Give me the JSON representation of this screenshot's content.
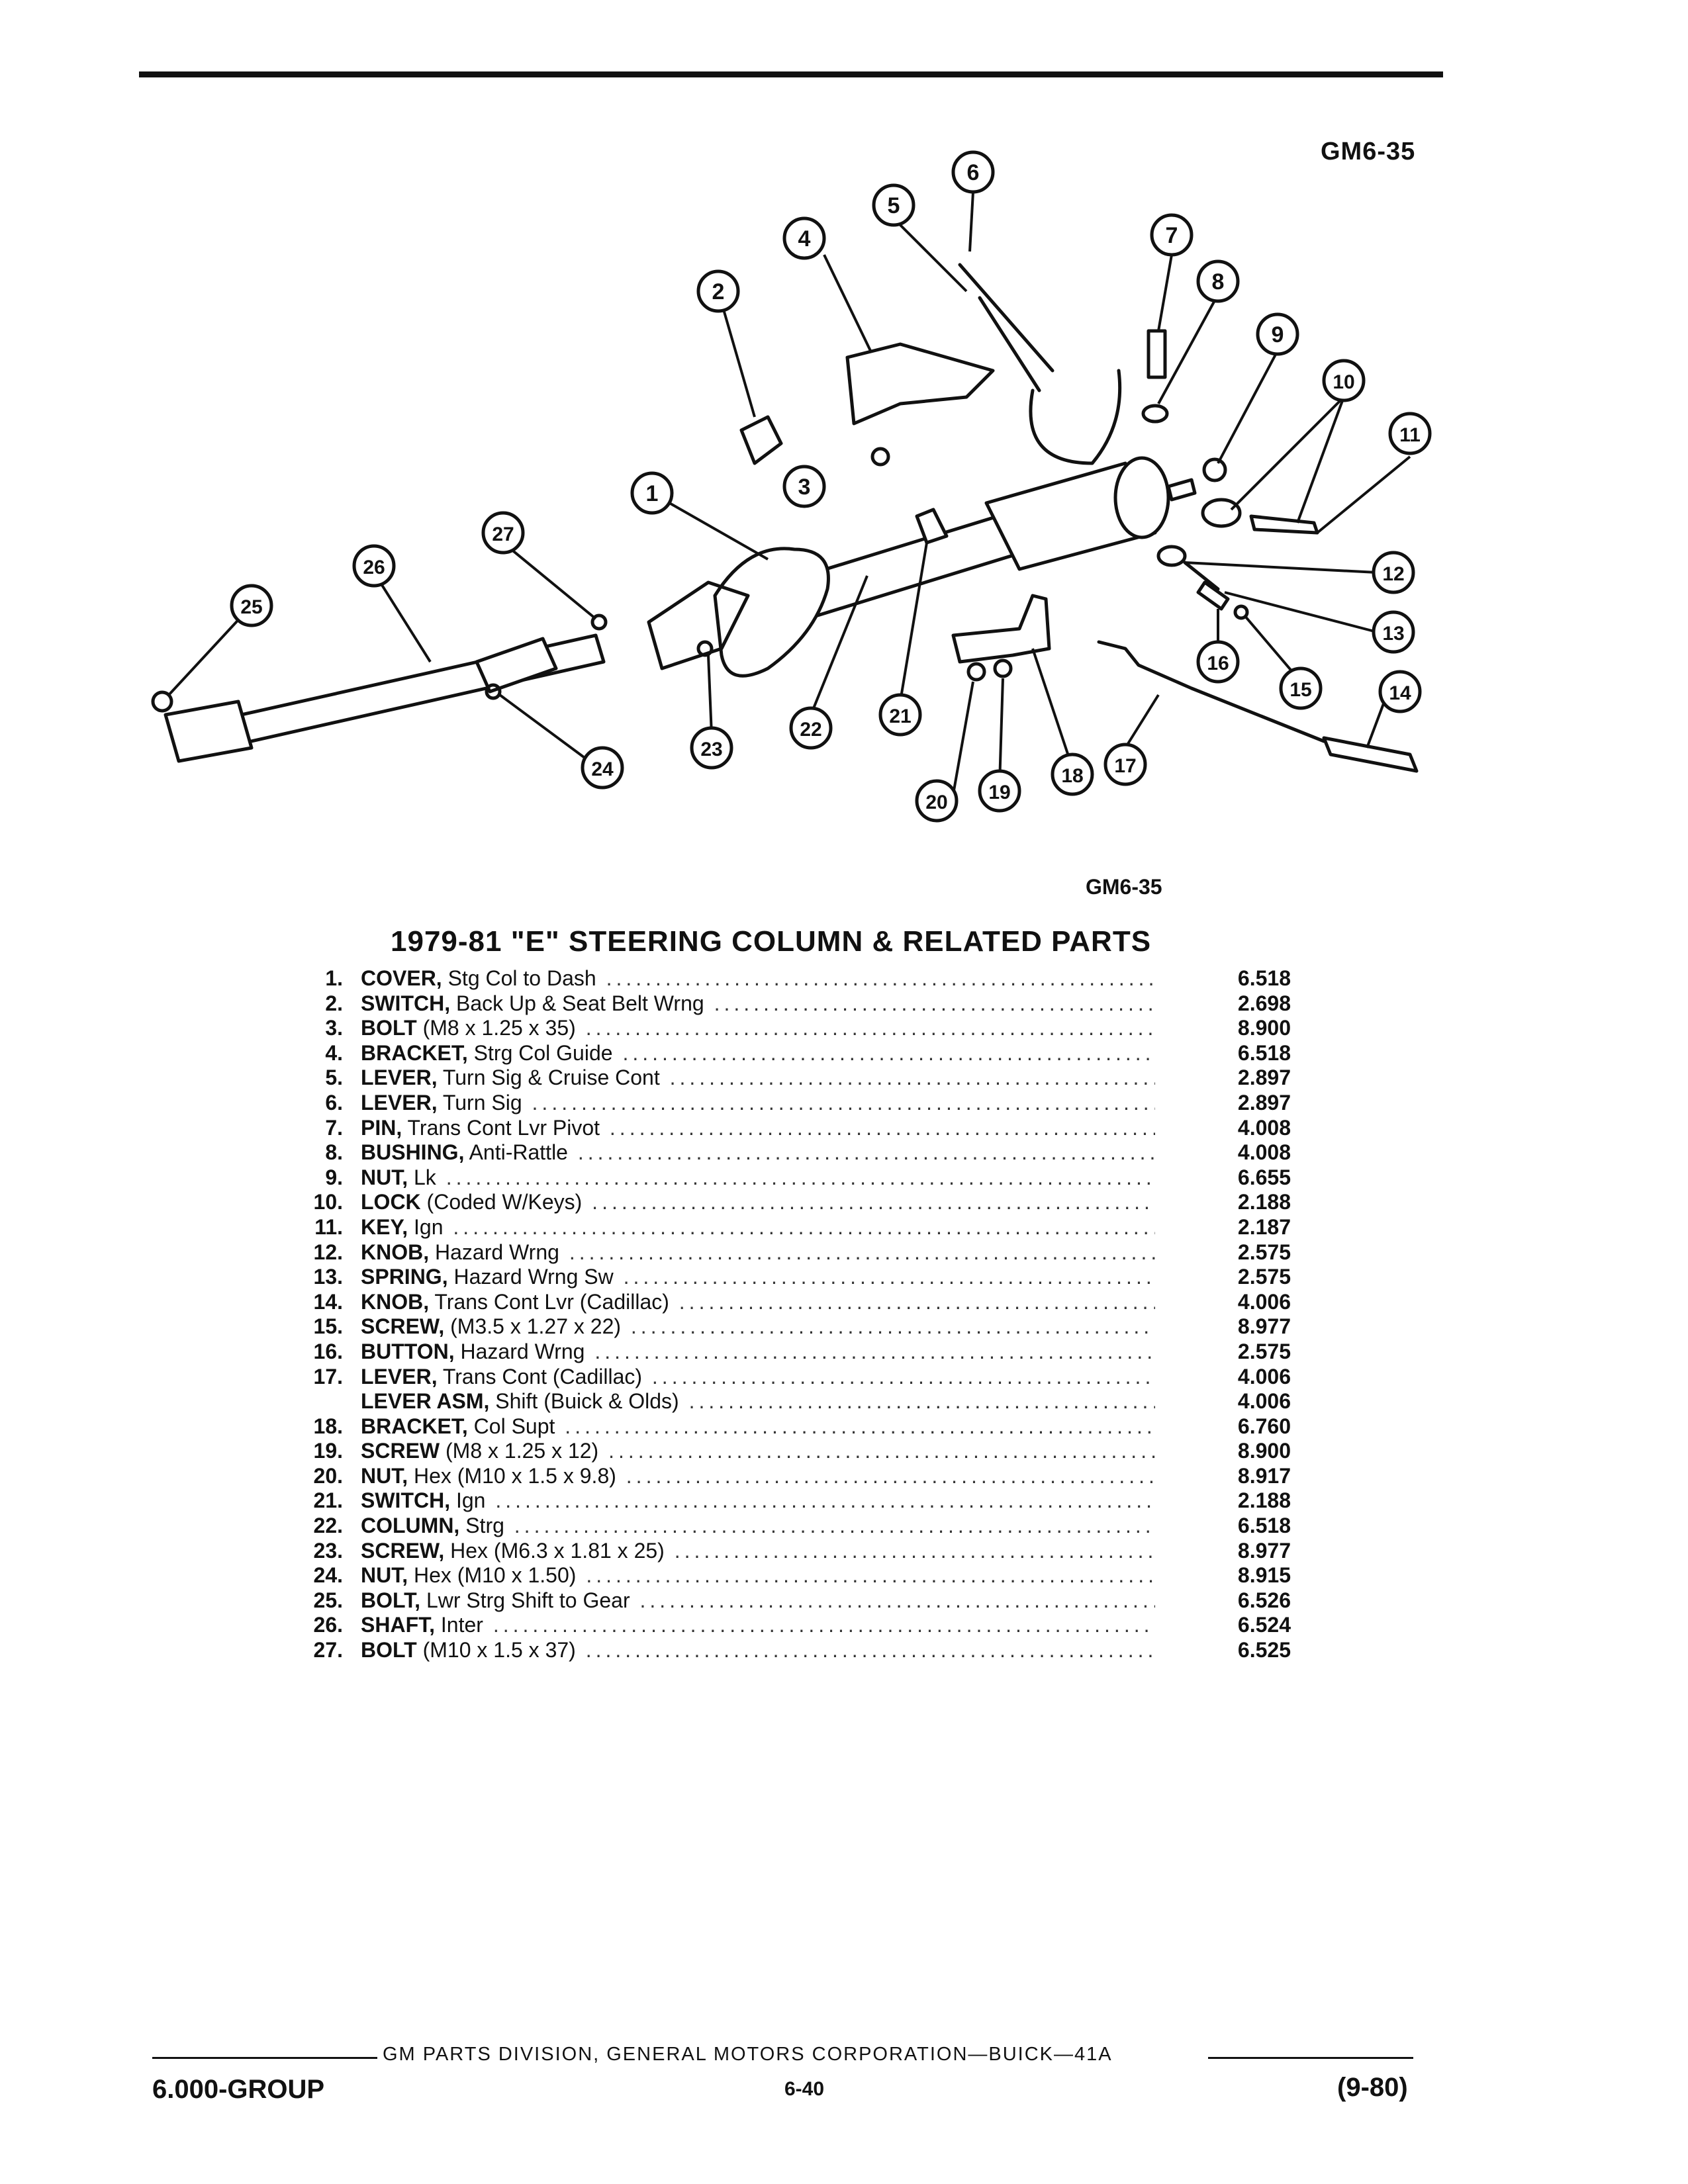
{
  "figure_code": "GM6-35",
  "figure_code_under": "GM6-35",
  "title": "1979-81 \"E\" STEERING COLUMN & RELATED PARTS",
  "parts": [
    {
      "num": "1.",
      "name": "COVER,",
      "desc": " Stg Col to Dash",
      "code": "6.518"
    },
    {
      "num": "2.",
      "name": "SWITCH,",
      "desc": " Back Up & Seat Belt Wrng",
      "code": "2.698"
    },
    {
      "num": "3.",
      "name": "BOLT",
      "desc": " (M8 x 1.25 x 35)",
      "code": "8.900"
    },
    {
      "num": "4.",
      "name": "BRACKET,",
      "desc": " Strg Col Guide",
      "code": "6.518"
    },
    {
      "num": "5.",
      "name": "LEVER,",
      "desc": " Turn Sig & Cruise Cont",
      "code": "2.897"
    },
    {
      "num": "6.",
      "name": "LEVER,",
      "desc": " Turn Sig",
      "code": "2.897"
    },
    {
      "num": "7.",
      "name": "PIN,",
      "desc": " Trans Cont Lvr Pivot",
      "code": "4.008"
    },
    {
      "num": "8.",
      "name": "BUSHING,",
      "desc": " Anti-Rattle",
      "code": "4.008"
    },
    {
      "num": "9.",
      "name": "NUT,",
      "desc": " Lk",
      "code": "6.655"
    },
    {
      "num": "10.",
      "name": "LOCK",
      "desc": " (Coded W/Keys)",
      "code": "2.188"
    },
    {
      "num": "11.",
      "name": "KEY,",
      "desc": " Ign",
      "code": "2.187"
    },
    {
      "num": "12.",
      "name": "KNOB,",
      "desc": " Hazard Wrng",
      "code": "2.575"
    },
    {
      "num": "13.",
      "name": "SPRING,",
      "desc": " Hazard Wrng Sw",
      "code": "2.575"
    },
    {
      "num": "14.",
      "name": "KNOB,",
      "desc": " Trans Cont Lvr (Cadillac)",
      "code": "4.006"
    },
    {
      "num": "15.",
      "name": "SCREW,",
      "desc": " (M3.5 x 1.27 x 22)",
      "code": "8.977"
    },
    {
      "num": "16.",
      "name": "BUTTON,",
      "desc": " Hazard Wrng",
      "code": "2.575"
    },
    {
      "num": "17.",
      "name": "LEVER,",
      "desc": " Trans Cont (Cadillac)",
      "code": "4.006"
    },
    {
      "num": "",
      "name": "LEVER ASM,",
      "desc": " Shift (Buick & Olds)",
      "code": "4.006"
    },
    {
      "num": "18.",
      "name": "BRACKET,",
      "desc": " Col Supt",
      "code": "6.760"
    },
    {
      "num": "19.",
      "name": "SCREW",
      "desc": " (M8 x 1.25 x 12)",
      "code": "8.900"
    },
    {
      "num": "20.",
      "name": "NUT,",
      "desc": " Hex (M10 x 1.5 x 9.8)",
      "code": "8.917"
    },
    {
      "num": "21.",
      "name": "SWITCH,",
      "desc": " Ign",
      "code": "2.188"
    },
    {
      "num": "22.",
      "name": "COLUMN,",
      "desc": " Strg",
      "code": "6.518"
    },
    {
      "num": "23.",
      "name": "SCREW,",
      "desc": " Hex (M6.3 x 1.81 x 25)",
      "code": "8.977"
    },
    {
      "num": "24.",
      "name": "NUT,",
      "desc": " Hex (M10 x 1.50)",
      "code": "8.915"
    },
    {
      "num": "25.",
      "name": "BOLT,",
      "desc": " Lwr Strg Shift to Gear",
      "code": "6.526"
    },
    {
      "num": "26.",
      "name": "SHAFT,",
      "desc": " Inter",
      "code": "6.524"
    },
    {
      "num": "27.",
      "name": "BOLT",
      "desc": " (M10 x 1.5 x 37)",
      "code": "6.525"
    }
  ],
  "callouts": [
    "1",
    "2",
    "3",
    "4",
    "5",
    "6",
    "7",
    "8",
    "9",
    "10",
    "11",
    "12",
    "13",
    "14",
    "15",
    "16",
    "17",
    "18",
    "19",
    "20",
    "21",
    "22",
    "23",
    "24",
    "25",
    "26",
    "27"
  ],
  "footer": {
    "text": "GM PARTS DIVISION, GENERAL MOTORS CORPORATION—BUICK—41A",
    "group": "6.000-GROUP",
    "page": "6-40",
    "date_code": "(9-80)"
  },
  "colors": {
    "ink": "#111111",
    "paper": "#ffffff"
  }
}
